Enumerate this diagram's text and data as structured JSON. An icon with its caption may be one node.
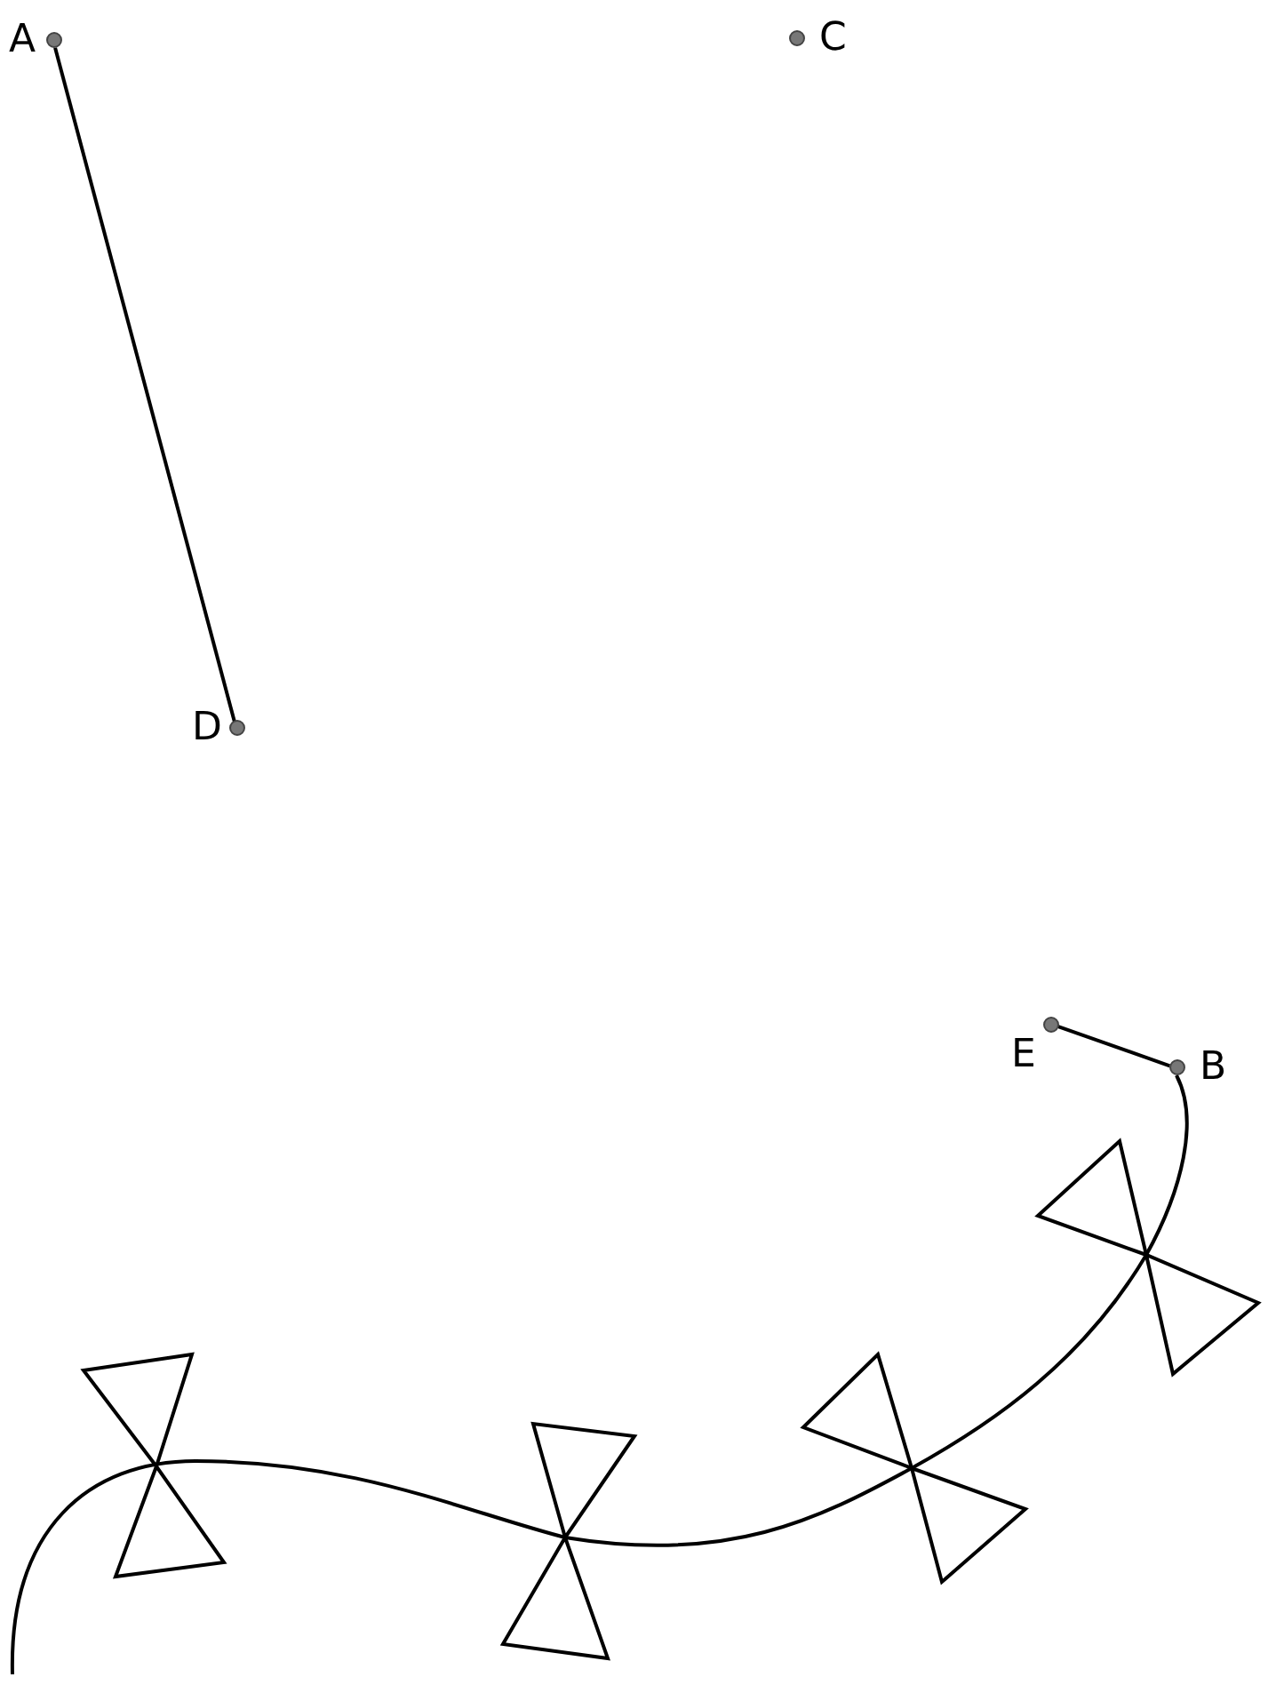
{
  "diagram": {
    "nodes": [
      {
        "text": [
          "A"
        ]
      },
      {
        "text": [
          "C"
        ]
      },
      {
        "text": [
          "D"
        ]
      },
      {
        "text": [
          "E"
        ]
      },
      {
        "text": [
          "B"
        ]
      }
    ],
    "edges": [
      {
        "from": 0,
        "to": 2,
        "arrow": "none"
      },
      {
        "from": 3,
        "to": 4,
        "arrow": "none"
      },
      {
        "from": 4,
        "to": null,
        "arrow": "none"
      }
    ]
  }
}
